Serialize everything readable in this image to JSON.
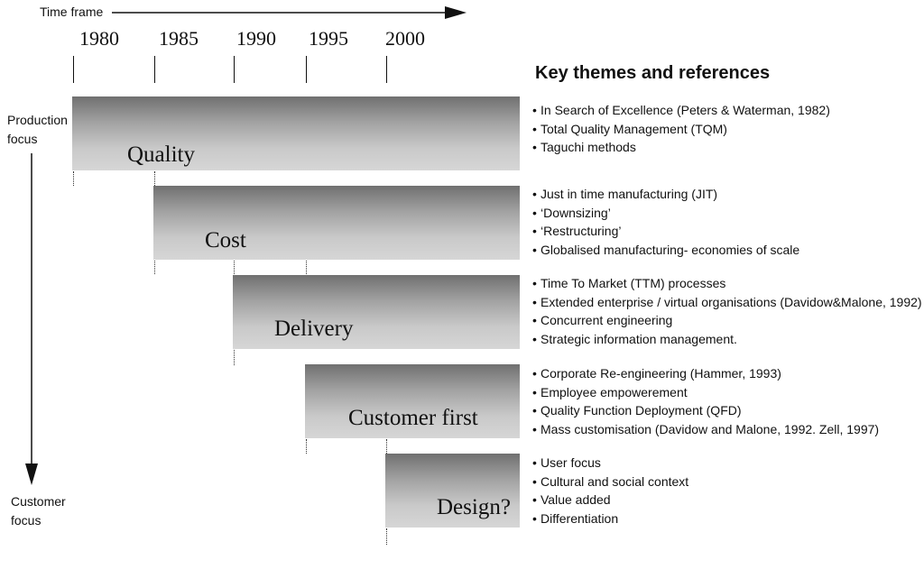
{
  "timeframe": {
    "label": "Time frame",
    "years": [
      "1980",
      "1985",
      "1990",
      "1995",
      "2000"
    ]
  },
  "axis": {
    "top_label_line1": "Production",
    "top_label_line2": "focus",
    "bottom_label_line1": "Customer",
    "bottom_label_line2": "focus"
  },
  "phases": [
    {
      "label": "Quality",
      "refs": [
        "In Search of Excellence (Peters & Waterman, 1982)",
        "Total Quality Management (TQM)",
        "Taguchi methods"
      ]
    },
    {
      "label": "Cost",
      "refs": [
        "Just in time manufacturing (JIT)",
        "‘Downsizing’",
        "‘Restructuring’",
        "Globalised manufacturing- economies of scale"
      ]
    },
    {
      "label": "Delivery",
      "refs": [
        "Time To Market (TTM) processes",
        "Extended enterprise / virtual organisations (Davidow&Malone, 1992)",
        "Concurrent engineering",
        "Strategic information management."
      ]
    },
    {
      "label": "Customer first",
      "refs": [
        "Corporate Re-engineering (Hammer, 1993)",
        "Employee empowerement",
        "Quality Function Deployment (QFD)",
        "Mass customisation (Davidow and Malone, 1992.  Zell, 1997)"
      ]
    },
    {
      "label": "Design?",
      "refs": [
        "User focus",
        "Cultural and social context",
        "Value added",
        "Differentiation"
      ]
    }
  ],
  "references_title": "Key themes and references"
}
